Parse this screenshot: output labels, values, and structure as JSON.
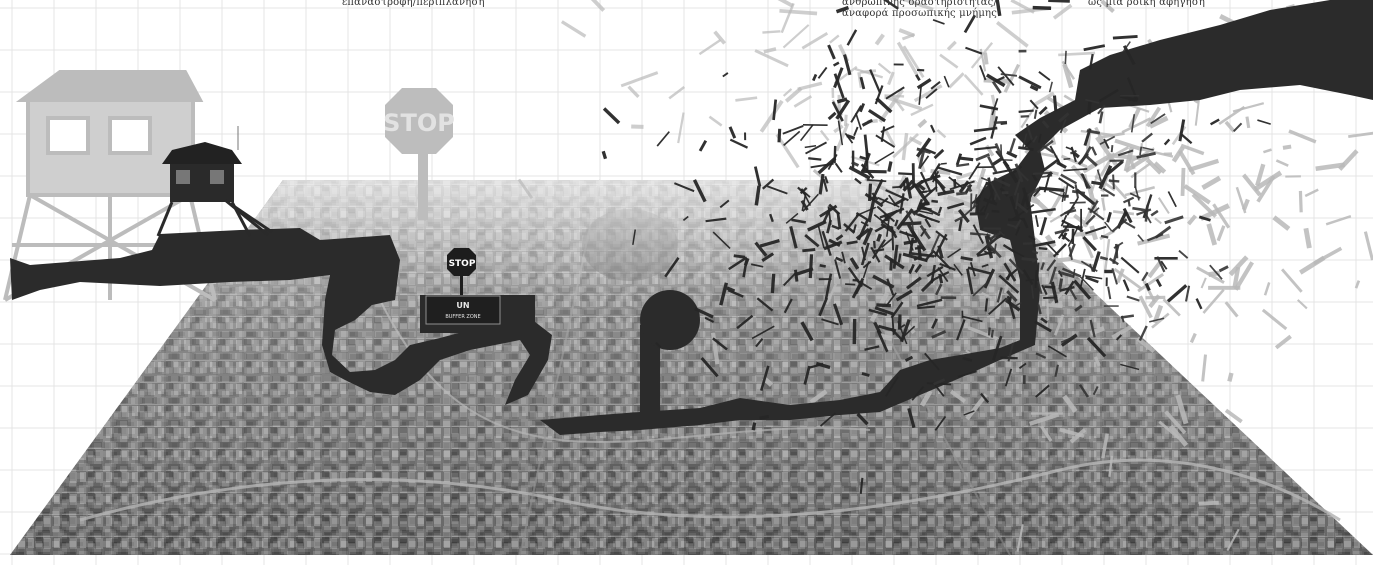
{
  "captions": {
    "c1": "επαναστροφή/περιπλάνηση",
    "c2": "ανθρώπινης δραστηριότητας/\nαναφορά προσωπικής μνήμης",
    "c3": "ως μία ροική αφήγηση"
  },
  "signs": {
    "stop_large": "STOP",
    "stop_small": "STOP",
    "un_title": "UN",
    "un_subtitle": "BUFFER ZONE"
  },
  "colors": {
    "background": "#ffffff",
    "grid": "#e4e4e4",
    "shadow_path": "#2b2b2b",
    "ghost": "#b9b9b9",
    "map_dark": "#555555",
    "map_light": "#9a9a9a"
  }
}
